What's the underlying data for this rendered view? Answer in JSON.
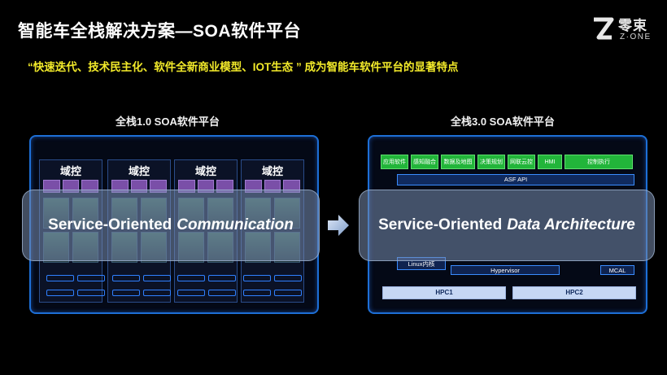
{
  "header": {
    "title": "智能车全栈解决方案—SOA软件平台",
    "subtitle": "“快速迭代、技术民主化、软件全新商业模型、IOT生态 ” 成为智能车软件平台的显著特点"
  },
  "logo": {
    "cn": "零束",
    "en": "Z·ONE",
    "icon": "zone-logo-icon"
  },
  "left_panel": {
    "heading": "全栈1.0 SOA软件平台",
    "domains": [
      "域控",
      "域控",
      "域控",
      "域控"
    ],
    "overlay_text": "Service-Oriented",
    "overlay_italic": "Communication"
  },
  "right_panel": {
    "heading": "全栈3.0 SOA软件平台",
    "apps": [
      "应用软件",
      "感知融合",
      "数据及地图",
      "决策规划",
      "网联云控",
      "HMI",
      "控制执行"
    ],
    "asf_api": "ASF API",
    "hypervisor": "Hypervisor",
    "linux": "Linux内核",
    "mcal": "MCAL",
    "hpc1": "HPC1",
    "hpc2": "HPC2",
    "overlay_text": "Service-Oriented",
    "overlay_italic": "Data Architecture"
  },
  "colors": {
    "accent_blue": "#1d6fd6",
    "subtitle_yellow": "#f2ea2a",
    "app_green": "#22b53a"
  }
}
